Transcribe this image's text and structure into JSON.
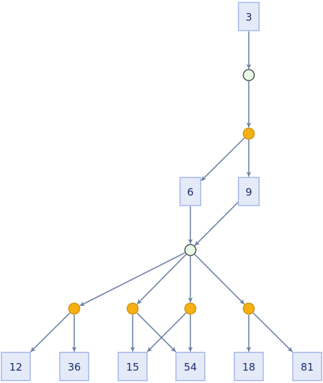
{
  "diagram": {
    "colors": {
      "box_fill": "#e4eaf8",
      "box_stroke": "#9eb2e6",
      "box_text": "#1a2e6b",
      "edge": "#6b80a3",
      "join_fill": "#e8f8e6",
      "join_stroke": "#333333",
      "split_fill": "#f5b014",
      "split_stroke": "#c98a08"
    },
    "nodes": [
      {
        "id": "n3",
        "kind": "box",
        "label": "3"
      },
      {
        "id": "j1",
        "kind": "join"
      },
      {
        "id": "s1",
        "kind": "split"
      },
      {
        "id": "n6",
        "kind": "box",
        "label": "6"
      },
      {
        "id": "n9",
        "kind": "box",
        "label": "9"
      },
      {
        "id": "j2",
        "kind": "join"
      },
      {
        "id": "s2",
        "kind": "split"
      },
      {
        "id": "s3",
        "kind": "split"
      },
      {
        "id": "s4",
        "kind": "split"
      },
      {
        "id": "s5",
        "kind": "split"
      },
      {
        "id": "n12",
        "kind": "box",
        "label": "12"
      },
      {
        "id": "n36",
        "kind": "box",
        "label": "36"
      },
      {
        "id": "n15",
        "kind": "box",
        "label": "15"
      },
      {
        "id": "n54",
        "kind": "box",
        "label": "54"
      },
      {
        "id": "n18",
        "kind": "box",
        "label": "18"
      },
      {
        "id": "n81",
        "kind": "box",
        "label": "81"
      }
    ],
    "edges": [
      [
        "n3",
        "j1"
      ],
      [
        "j1",
        "s1"
      ],
      [
        "s1",
        "n6"
      ],
      [
        "s1",
        "n9"
      ],
      [
        "n6",
        "j2"
      ],
      [
        "n9",
        "j2"
      ],
      [
        "j2",
        "s2"
      ],
      [
        "j2",
        "s3"
      ],
      [
        "j2",
        "s4"
      ],
      [
        "j2",
        "s5"
      ],
      [
        "s2",
        "n12"
      ],
      [
        "s2",
        "n36"
      ],
      [
        "s3",
        "n15"
      ],
      [
        "s3",
        "n54"
      ],
      [
        "s4",
        "n15"
      ],
      [
        "s4",
        "n54"
      ],
      [
        "s5",
        "n18"
      ],
      [
        "s5",
        "n81"
      ]
    ]
  }
}
